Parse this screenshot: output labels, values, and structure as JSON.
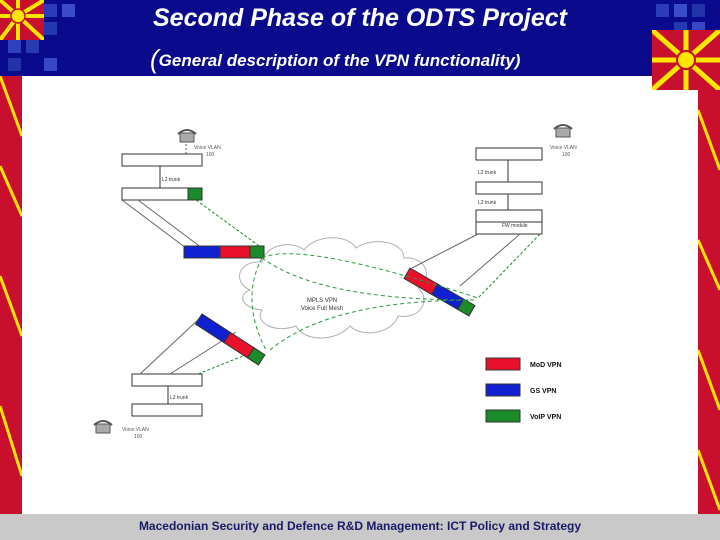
{
  "title": "Second Phase of the ODTS Project",
  "subtitle_paren": "(",
  "subtitle": "General description of the VPN functionality)",
  "footer": "Macedonian Security and Defence R&D Management: ICT Policy and Strategy",
  "diagram": {
    "cloud_line1": "MPLS VPN",
    "cloud_line2": "Voice Full Mesh",
    "voice_vlan_label": "Voice VLAN",
    "voice_vlan_id": "100",
    "l2_trunk": "L2 trunk",
    "fw_module": "FW module"
  },
  "legend": [
    {
      "label": "MoD VPN",
      "color": "#e8102a"
    },
    {
      "label": "GS VPN",
      "color": "#1020d0"
    },
    {
      "label": "VoIP VPN",
      "color": "#1a8a2a"
    }
  ],
  "colors": {
    "header": "#0a0a8c",
    "footer": "#c9c9c9",
    "flag_red": "#c8102e",
    "flag_yellow": "#ffe600"
  }
}
